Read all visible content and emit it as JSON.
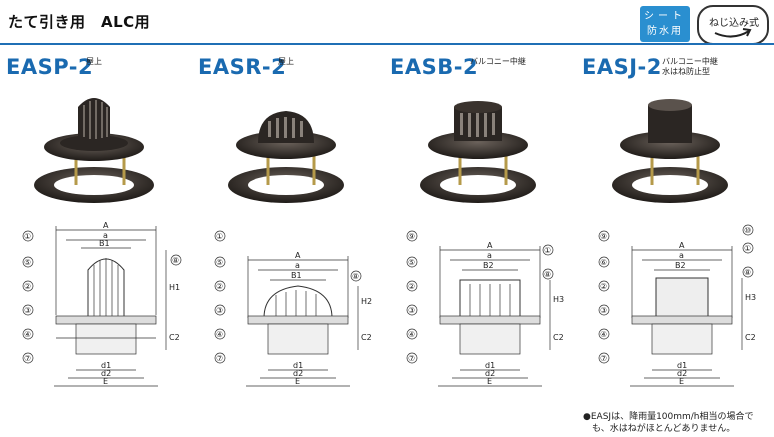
{
  "header": {
    "title": "たて引き用　ALC用",
    "badge_sheet_line1": "シート",
    "badge_sheet_line2": "防水用",
    "badge_screw": "ねじ込み式"
  },
  "products": [
    {
      "model": "EASP-2",
      "subtitle_line1": "屋上",
      "subtitle_line2": "",
      "callouts_left": [
        "①",
        "⑤",
        "②",
        "③",
        "④",
        "⑦"
      ],
      "callout_right": "⑧",
      "dims_top": [
        "A",
        "a",
        "B1"
      ],
      "dims_side": [
        "H1",
        "C2"
      ],
      "dims_bottom": [
        "d1",
        "d2",
        "E"
      ]
    },
    {
      "model": "EASR-2",
      "subtitle_line1": "屋上",
      "subtitle_line2": "",
      "callouts_left": [
        "①",
        "⑤",
        "②",
        "③",
        "④",
        "⑦"
      ],
      "callout_right": "⑧",
      "dims_top": [
        "A",
        "a",
        "B1"
      ],
      "dims_side": [
        "H2",
        "C2"
      ],
      "dims_bottom": [
        "d1",
        "d2",
        "E"
      ]
    },
    {
      "model": "EASB-2",
      "subtitle_line1": "バルコニー中継",
      "subtitle_line2": "",
      "callouts_left": [
        "⑨",
        "⑤",
        "②",
        "③",
        "④",
        "⑦"
      ],
      "callout_right": "⑧",
      "callout_top_right": "①",
      "dims_top": [
        "A",
        "a",
        "B2"
      ],
      "dims_side": [
        "H3",
        "C2"
      ],
      "dims_bottom": [
        "d1",
        "d2",
        "E"
      ]
    },
    {
      "model": "EASJ-2",
      "subtitle_line1": "バルコニー中継",
      "subtitle_line2": "水はね防止型",
      "callouts_left": [
        "⑨",
        "⑥",
        "②",
        "③",
        "④",
        "⑦"
      ],
      "callout_right": "⑧",
      "callout_top_right": "⑩",
      "callout_top_right2": "①",
      "dims_top": [
        "A",
        "a",
        "B2"
      ],
      "dims_side": [
        "H3",
        "C2"
      ],
      "dims_bottom": [
        "d1",
        "d2",
        "E"
      ]
    }
  ],
  "note": {
    "line1": "●EASJは、降雨量100mm/h相当の場合で",
    "line2": "も、水はねがほとんどありません。"
  },
  "colors": {
    "accent": "#1a6ab0",
    "badge": "#2a8fd0",
    "product": "#2b2623"
  }
}
